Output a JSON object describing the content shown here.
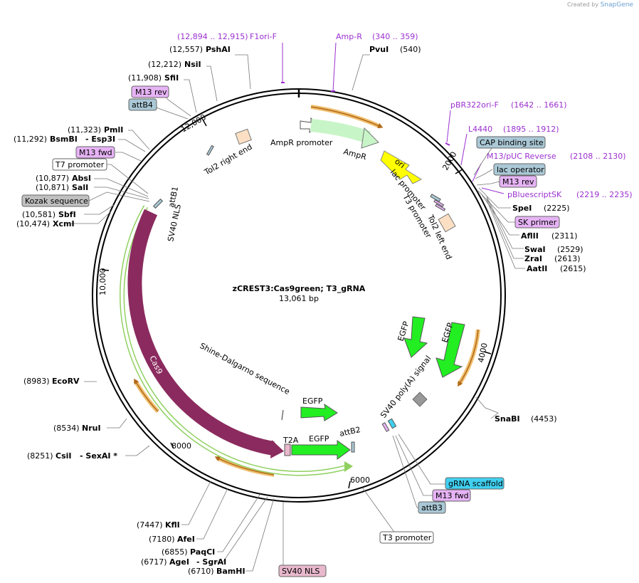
{
  "watermark": {
    "created_by": "Created by",
    "app": "SnapGene"
  },
  "plasmid": {
    "name": "zCREST3:Cas9green; T3_gRNA",
    "length": "13,061 bp"
  },
  "ticks": [
    "2000",
    "4000",
    "6000",
    "8000",
    "10,000",
    "12,000"
  ],
  "features": {
    "ampr_promoter": "AmpR promoter",
    "ampr": "AmpR",
    "ori": "ori",
    "lac_promoter": "lac promoter",
    "t3_promoter": "T3 promoter",
    "tol2_left": "Tol2 left end",
    "tol2_right": "Tol2 right end",
    "attb1": "attB1",
    "sv40_nls": "SV40 NLS",
    "cas9": "Cas9",
    "egfp1": "EGFP",
    "egfp2": "EGFP",
    "sv40_polya": "SV40 poly(A) signal",
    "shine_dalgarno": "Shine-Dalgarno sequence",
    "egfp_small": "EGFP",
    "t2a": "T2A",
    "egfp_t2a": "EGFP",
    "attb2": "attB2"
  },
  "primers": {
    "f1ori_pos": "(12,894 .. 12,915)",
    "f1ori": "F1ori-F",
    "ampr_r": "Amp-R",
    "ampr_r_pos": "(340 .. 359)",
    "pbr322": "pBR322ori-F",
    "pbr322_pos": "(1642 .. 1661)",
    "l4440": "L4440",
    "l4440_pos": "(1895 .. 1912)",
    "m13puc": "M13/pUC Reverse",
    "m13puc_pos": "(2108 .. 2130)",
    "pbluescript": "pBluescriptSK",
    "pbluescript_pos": "(2219 .. 2235)"
  },
  "boxes": {
    "m13_rev_left": "M13 rev",
    "attb4": "attB4",
    "m13_fwd_left": "M13 fwd",
    "t7_promoter": "T7 promoter",
    "kozak": "Kozak sequence",
    "cap_site": "CAP binding site",
    "lac_operator": "lac operator",
    "m13_rev_right": "M13 rev",
    "sk_primer": "SK primer",
    "grna_scaffold": "gRNA scaffold",
    "m13_fwd_right": "M13 fwd",
    "attb3": "attB3",
    "t3_promoter_bottom": "T3 promoter",
    "sv40_nls_bottom": "SV40 NLS"
  },
  "sites": {
    "pshai_pos": "(12,557)",
    "pshai": "PshAI",
    "pvui": "PvuI",
    "pvui_pos": "(540)",
    "nsii_pos": "(12,212)",
    "nsii": "NsiI",
    "sfii_pos": "(11,908)",
    "sfii": "SfiI",
    "pmli_pos": "(11,323)",
    "pmli": "PmlI",
    "bsmbi_pos": "(11,292)",
    "bsmbi": "BsmBI",
    "esp3i": "- Esp3I",
    "absi_pos": "(10,877)",
    "absi": "AbsI",
    "sali_pos": "(10,871)",
    "sali": "SalI",
    "sbfi_pos": "(10,581)",
    "sbfi": "SbfI",
    "xcmi_pos": "(10,474)",
    "xcmi": "XcmI",
    "spei": "SpeI",
    "spei_pos": "(2225)",
    "aflii": "AflII",
    "aflii_pos": "(2311)",
    "swai": "SwaI",
    "swai_pos": "(2529)",
    "zrai": "ZraI",
    "zrai_pos": "(2613)",
    "aatii": "AatII",
    "aatii_pos": "(2615)",
    "ecorv_pos": "(8983)",
    "ecorv": "EcoRV",
    "snabi": "SnaBI",
    "snabi_pos": "(4453)",
    "nrui_pos": "(8534)",
    "nrui": "NruI",
    "csii_pos": "(8251)",
    "csii": "CsiI",
    "sexai": "- SexAI *",
    "kfli_pos": "(7447)",
    "kfli": "KflI",
    "afei_pos": "(7180)",
    "afei": "AfeI",
    "paqci_pos": "(6855)",
    "paqci": "PaqCI",
    "agei_pos": "(6717)",
    "agei": "AgeI",
    "sgrai": "- SgrAI",
    "bamhi_pos": "(6710)",
    "bamhi": "BamHI"
  },
  "colors": {
    "ampr": "#c8f5c8",
    "ori": "#ffff00",
    "egfp": "#22ee22",
    "cas9": "#8b2a5e",
    "primer": "#9b30d0",
    "orange": "#f0c070",
    "green_outline": "#90d060",
    "box_purple": "#e6b3f5",
    "box_blue": "#aac8d6",
    "box_grey": "#c0c0c0",
    "box_cyan": "#40d0f0",
    "box_pink": "#e8b8cc"
  }
}
